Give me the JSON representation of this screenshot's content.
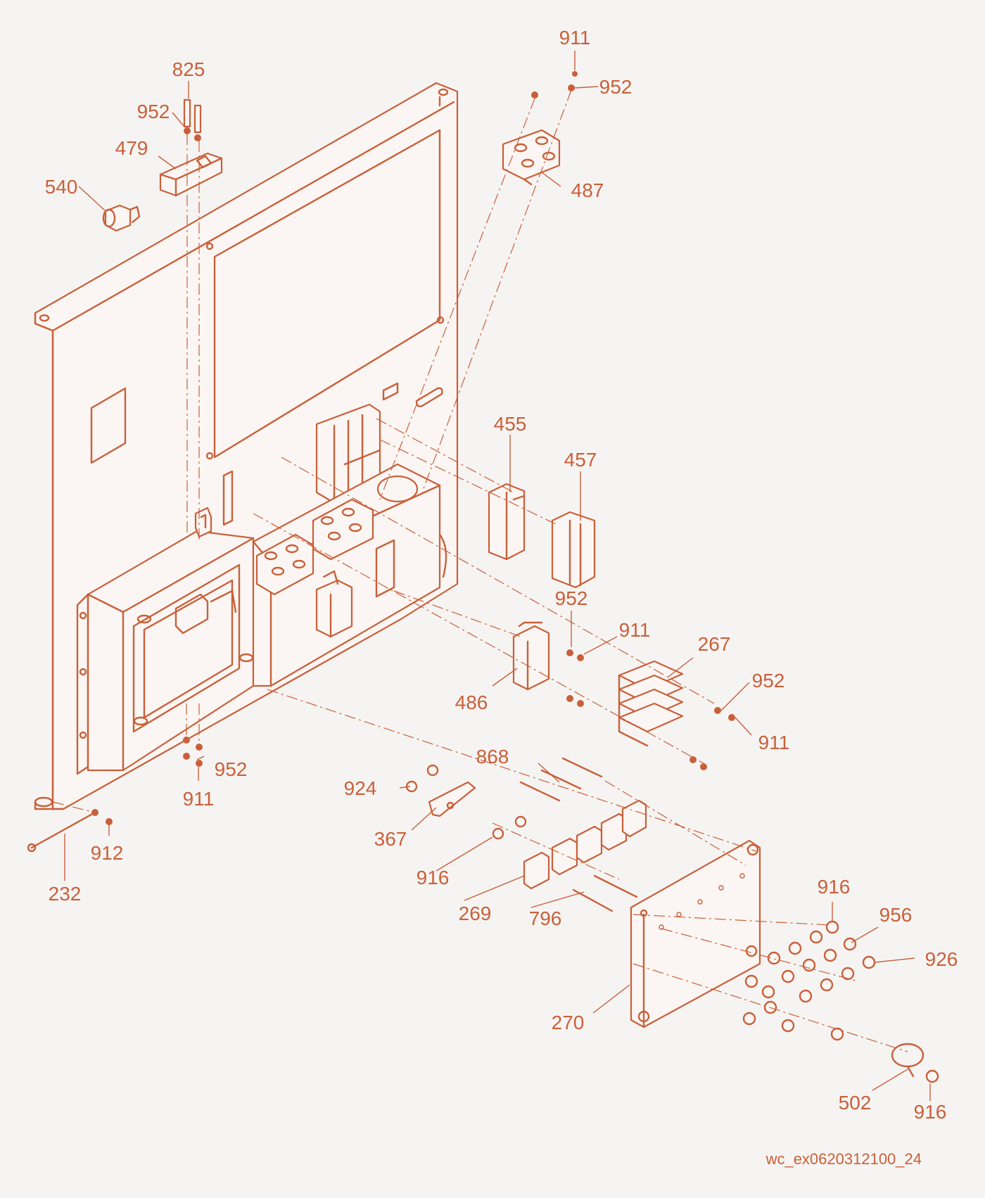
{
  "diagram": {
    "accent_color": "#c9603a",
    "background_color": "#f6f4f2",
    "reference_code": "wc_ex0620312100_24",
    "callouts": {
      "c911_top": "911",
      "c952_top": "952",
      "c825": "825",
      "c952_left": "952",
      "c479": "479",
      "c540": "540",
      "c487": "487",
      "c455": "455",
      "c457": "457",
      "c952_mid": "952",
      "c911_mid": "911",
      "c267": "267",
      "c952_right": "952",
      "c486": "486",
      "c911_right": "911",
      "c868": "868",
      "c924": "924",
      "c367": "367",
      "c952_bottom": "952",
      "c911_bottom": "911",
      "c912": "912",
      "c232": "232",
      "c916_left": "916",
      "c269": "269",
      "c796": "796",
      "c916_right": "916",
      "c956": "956",
      "c926": "926",
      "c270": "270",
      "c502": "502",
      "c916_bottom": "916"
    }
  }
}
